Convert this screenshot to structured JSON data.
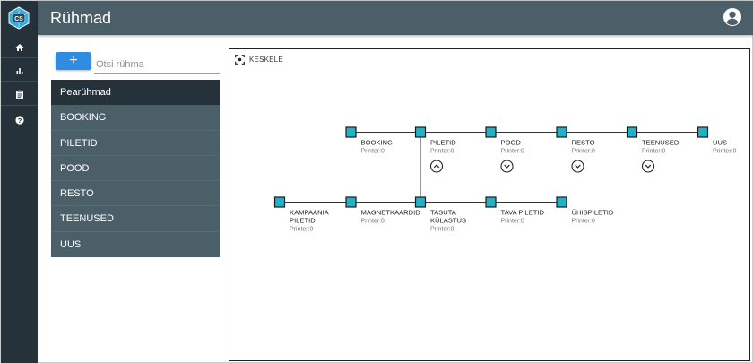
{
  "header": {
    "title": "Rühmad"
  },
  "rail": {
    "items": [
      {
        "icon": "home-icon"
      },
      {
        "icon": "bar-chart-icon"
      },
      {
        "icon": "clipboard-icon"
      },
      {
        "icon": "help-icon"
      }
    ]
  },
  "sidebar": {
    "add_label": "+",
    "search_placeholder": "Otsi rühma",
    "groups": [
      {
        "label": "Pearühmad",
        "active": true
      },
      {
        "label": "BOOKING"
      },
      {
        "label": "PILETID"
      },
      {
        "label": "POOD"
      },
      {
        "label": "RESTO"
      },
      {
        "label": "TEENUSED"
      },
      {
        "label": "UUS"
      }
    ]
  },
  "canvas": {
    "center_label": "KESKELE",
    "nodes": [
      {
        "name": [
          "BOOKING"
        ],
        "sub": "Printer:0"
      },
      {
        "name": [
          "PILETID"
        ],
        "sub": "Printer:0",
        "expand": true
      },
      {
        "name": [
          "POOD"
        ],
        "sub": "Printer:0",
        "expand": true
      },
      {
        "name": [
          "RESTO"
        ],
        "sub": "Printer:0",
        "expand": true
      },
      {
        "name": [
          "TEENUSED"
        ],
        "sub": "Printer:0",
        "expand": true
      },
      {
        "name": [
          "UUS"
        ],
        "sub": "Printer:0"
      },
      {
        "name": [
          "KAMPAANIA",
          "PILETID"
        ],
        "sub": "Printer:0"
      },
      {
        "name": [
          "MAGNETKAARDID"
        ],
        "sub": "Printer:0"
      },
      {
        "name": [
          "TASUTA",
          "KÜLASTUS"
        ],
        "sub": "Printer:0"
      },
      {
        "name": [
          "TAVA PILETID"
        ],
        "sub": "Printer:0"
      },
      {
        "name": [
          "ÜHISPILETID"
        ],
        "sub": "Printer:0"
      }
    ]
  },
  "colors": {
    "node": "#1fb3c9",
    "node_border": "#1b1b1b",
    "primary": "#2f8ce0",
    "header": "#4b5f68",
    "rail": "#26323a"
  }
}
